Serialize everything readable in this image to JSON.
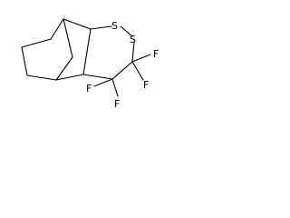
{
  "molecule": {
    "atoms": {
      "s1": "S",
      "s2": "S",
      "f1": "F",
      "f2": "F",
      "f3": "F",
      "f4": "F"
    }
  }
}
